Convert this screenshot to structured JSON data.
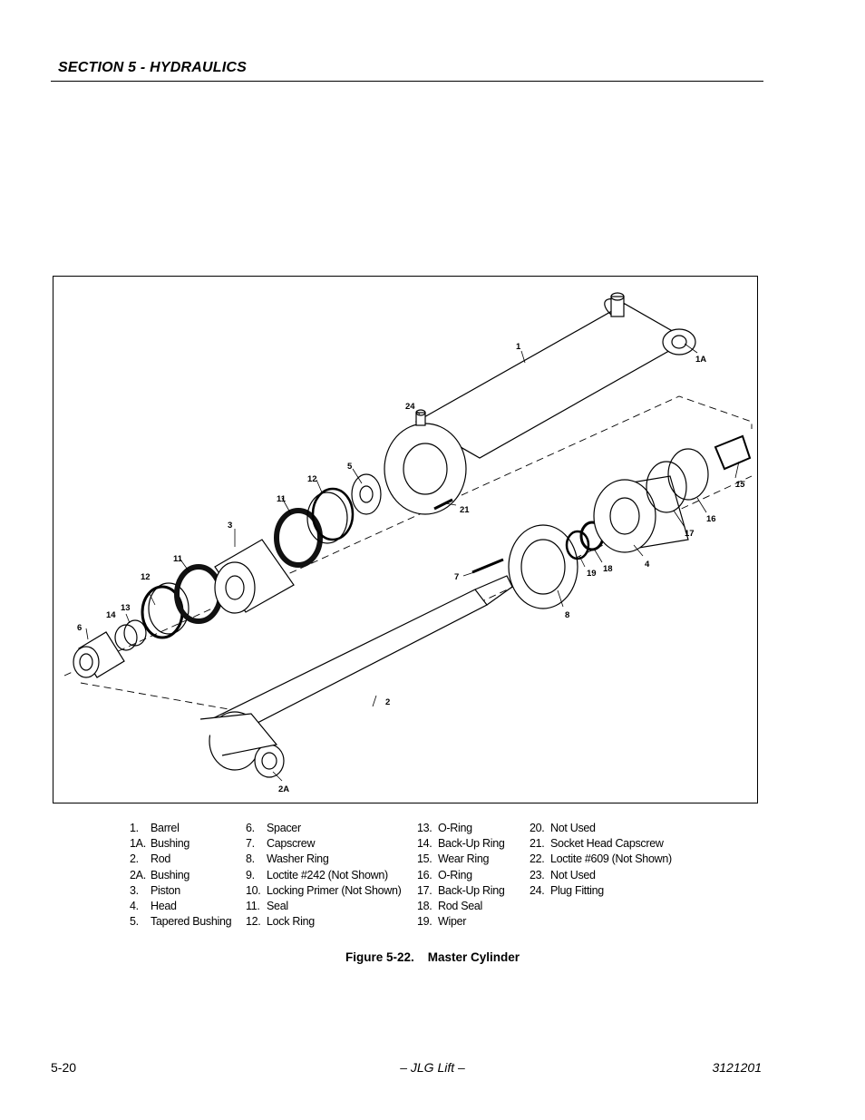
{
  "header": {
    "section_title": "SECTION 5 - HYDRAULICS"
  },
  "figure": {
    "callouts": {
      "c1": "1",
      "c1a": "1A",
      "c2": "2",
      "c2a": "2A",
      "c3": "3",
      "c4": "4",
      "c5": "5",
      "c6": "6",
      "c7": "7",
      "c8": "8",
      "c11a": "11",
      "c11b": "11",
      "c12a": "12",
      "c12b": "12",
      "c13": "13",
      "c14": "14",
      "c15": "15",
      "c16": "16",
      "c17": "17",
      "c18": "18",
      "c19": "19",
      "c21": "21",
      "c24": "24"
    },
    "caption_number": "Figure 5-22.",
    "caption_title": "Master Cylinder"
  },
  "legend": {
    "col1": [
      {
        "num": "1.",
        "label": "Barrel"
      },
      {
        "num": "1A.",
        "label": "Bushing"
      },
      {
        "num": "2.",
        "label": "Rod"
      },
      {
        "num": "2A.",
        "label": "Bushing"
      },
      {
        "num": "3.",
        "label": "Piston"
      },
      {
        "num": "4.",
        "label": "Head"
      },
      {
        "num": "5.",
        "label": "Tapered Bushing"
      }
    ],
    "col2": [
      {
        "num": "6.",
        "label": "Spacer"
      },
      {
        "num": "7.",
        "label": "Capscrew"
      },
      {
        "num": "8.",
        "label": "Washer Ring"
      },
      {
        "num": "9.",
        "label": "Loctite #242 (Not Shown)"
      },
      {
        "num": "10.",
        "label": "Locking Primer (Not Shown)"
      },
      {
        "num": "11.",
        "label": "Seal"
      },
      {
        "num": "12.",
        "label": "Lock Ring"
      }
    ],
    "col3": [
      {
        "num": "13.",
        "label": "O-Ring"
      },
      {
        "num": "14.",
        "label": "Back-Up Ring"
      },
      {
        "num": "15.",
        "label": "Wear Ring"
      },
      {
        "num": "16.",
        "label": "O-Ring"
      },
      {
        "num": "17.",
        "label": "Back-Up Ring"
      },
      {
        "num": "18.",
        "label": "Rod Seal"
      },
      {
        "num": "19.",
        "label": "Wiper"
      }
    ],
    "col4": [
      {
        "num": "20.",
        "label": "Not Used"
      },
      {
        "num": "21.",
        "label": "Socket Head Capscrew"
      },
      {
        "num": "22.",
        "label": "Loctite #609 (Not Shown)"
      },
      {
        "num": "23.",
        "label": "Not Used"
      },
      {
        "num": "24.",
        "label": "Plug Fitting"
      }
    ]
  },
  "footer": {
    "page_number": "5-20",
    "center_text": "– JLG Lift –",
    "doc_number": "3121201"
  }
}
